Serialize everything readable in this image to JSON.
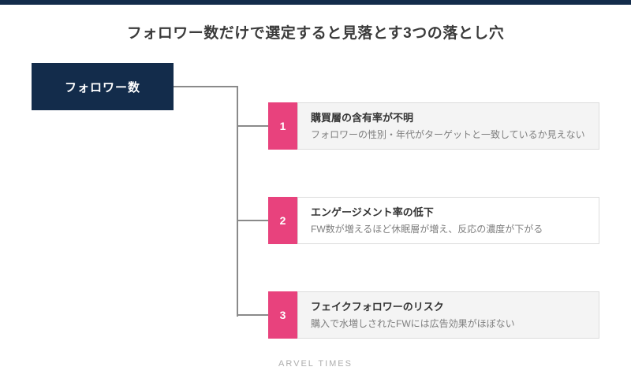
{
  "header": {
    "title": "フォロワー数だけで選定すると見落とす3つの落とし穴"
  },
  "root_node": {
    "label": "フォロワー数"
  },
  "items": [
    {
      "number": "1",
      "title": "購買層の含有率が不明",
      "description": "フォロワーの性別・年代がターゲットと一致しているか見えない"
    },
    {
      "number": "2",
      "title": "エンゲージメント率の低下",
      "description": "FW数が増えるほど休眠層が増え、反応の濃度が下がる"
    },
    {
      "number": "3",
      "title": "フェイクフォロワーのリスク",
      "description": "購入で水増しされたFWには広告効果がほぼない"
    }
  ],
  "footer": {
    "brand": "ARVEL TIMES"
  },
  "colors": {
    "navy": "#132C4B",
    "pink": "#E8427D",
    "card_gray": "#F4F4F4",
    "card_white": "#FFFFFF",
    "card_border": "#DCDCDC",
    "connector_line": "#8A8A8A",
    "title_text": "#3B3B3B",
    "item_title_text": "#333333",
    "item_desc_text": "#7E7E7E",
    "footer_text": "#ADADAD"
  }
}
